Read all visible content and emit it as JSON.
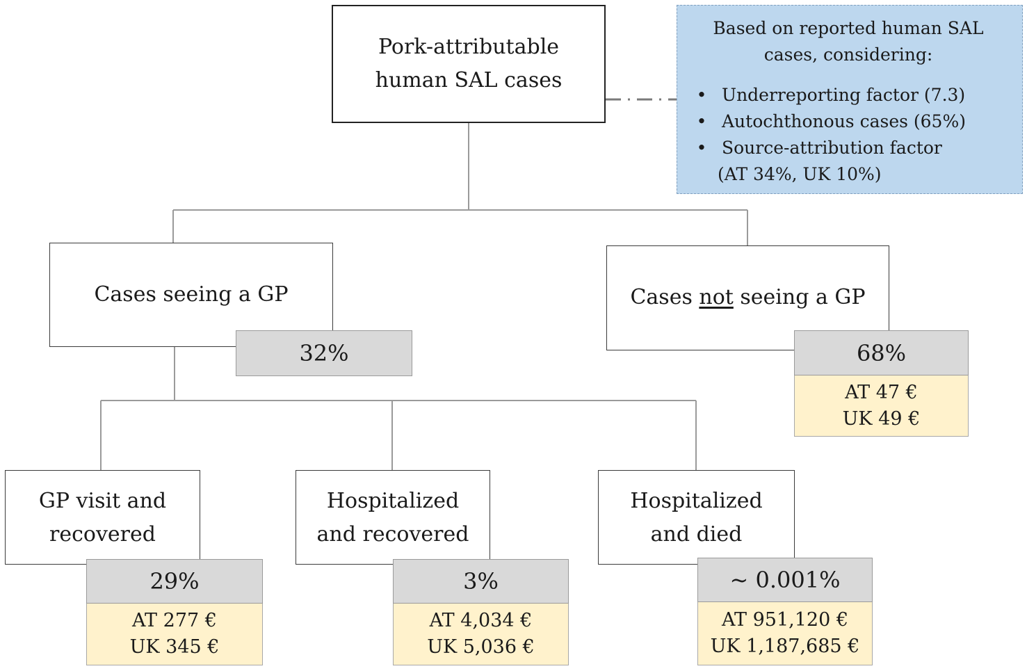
{
  "root": {
    "line1": "Pork-attributable",
    "line2": "human SAL cases"
  },
  "note": {
    "header_line1": "Based on reported human SAL",
    "header_line2": "cases, considering:",
    "bullet_glyph": "•",
    "items": [
      {
        "text": "Underreporting factor (7.3)"
      },
      {
        "text": "Autochthonous cases (65%)"
      },
      {
        "text": "Source-attribution factor",
        "continuation": "(AT 34%, UK 10%)"
      }
    ]
  },
  "gp": {
    "label": "Cases seeing a GP",
    "percent": "32%"
  },
  "no_gp": {
    "label_before": "Cases ",
    "label_underlined": "not",
    "label_after": " seeing a GP",
    "percent": "68%",
    "cost_at": "AT 47 €",
    "cost_uk": "UK 49 €"
  },
  "outcomes": [
    {
      "line1": "GP visit and",
      "line2": "recovered",
      "percent": "29%",
      "cost_at": "AT 277 €",
      "cost_uk": "UK 345 €"
    },
    {
      "line1": "Hospitalized",
      "line2": "and recovered",
      "percent": "3%",
      "cost_at": "AT 4,034 €",
      "cost_uk": "UK 5,036 €"
    },
    {
      "line1": "Hospitalized",
      "line2": "and died",
      "percent": "~ 0.001%",
      "cost_at": "AT 951,120 €",
      "cost_uk": "UK 1,187,685 €"
    }
  ],
  "colors": {
    "percent_fill": "#d9d9d9",
    "cost_fill": "#fff2cc",
    "note_fill": "#bdd7ee",
    "line": "#9a9a9a"
  }
}
